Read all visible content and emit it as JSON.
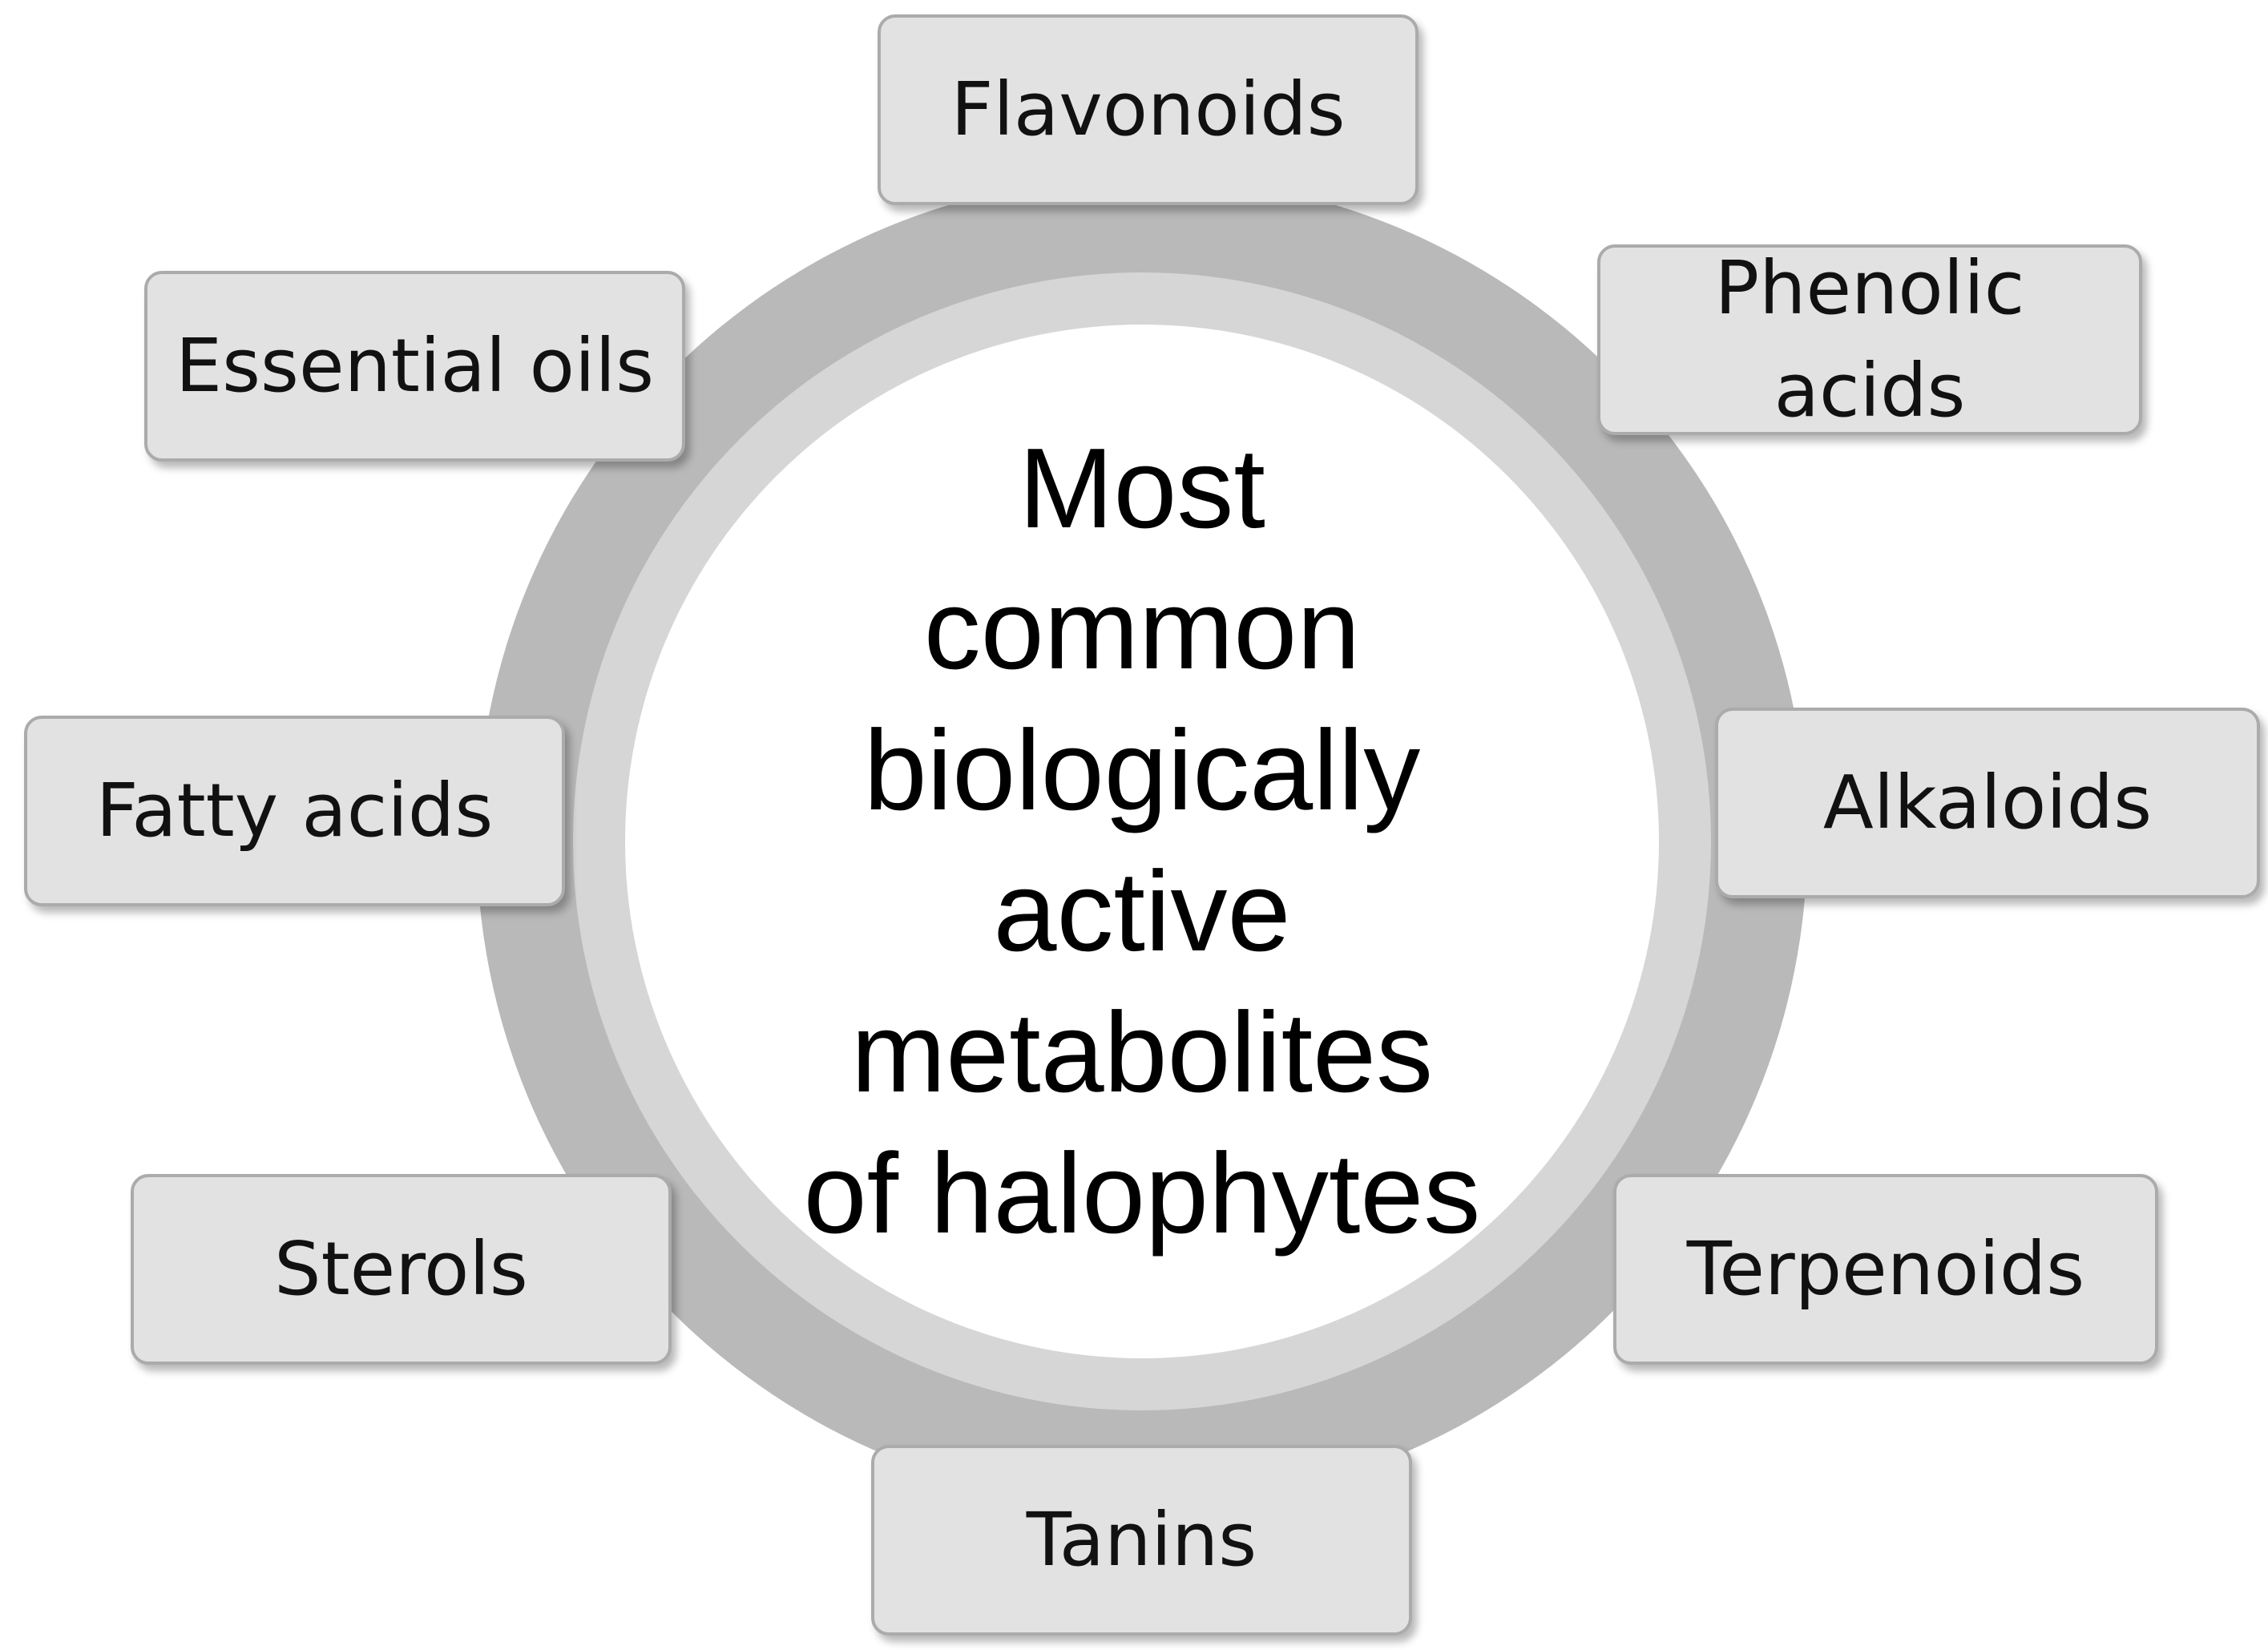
{
  "diagram": {
    "center_title": "Most\ncommon\nbiologically\nactive\nmetabolites\nof halophytes",
    "nodes": [
      {
        "id": "flavonoids",
        "label": "Flavonoids"
      },
      {
        "id": "phenolic-acids",
        "label": "Phenolic\nacids"
      },
      {
        "id": "alkaloids",
        "label": "Alkaloids"
      },
      {
        "id": "terpenoids",
        "label": "Terpenoids"
      },
      {
        "id": "tanins",
        "label": "Tanins"
      },
      {
        "id": "sterols",
        "label": "Sterols"
      },
      {
        "id": "fatty-acids",
        "label": "Fatty acids"
      },
      {
        "id": "essential-oils",
        "label": "Essential oils"
      }
    ],
    "colors": {
      "outer_ring": "#b9b9b9",
      "inner_ring": "#d6d6d6",
      "center_fill": "#ffffff",
      "node_fill": "#e2e2e2",
      "node_border": "#ababab"
    }
  }
}
